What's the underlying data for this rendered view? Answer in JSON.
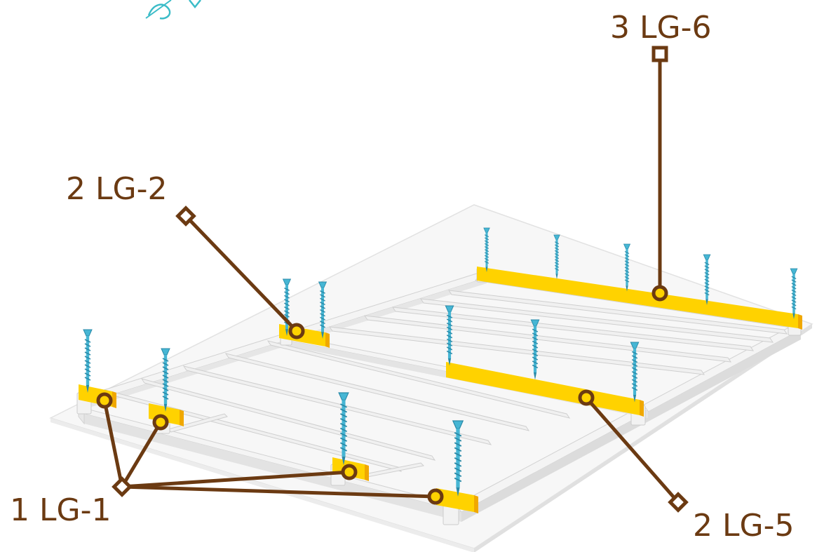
{
  "colors": {
    "callout": "#6b3a12",
    "rail": "#ffd200",
    "rail_shade": "#f0a800",
    "screw": "#46b6d4",
    "screw_dark": "#2a8aa8",
    "frame": "#f4f4f4",
    "frame_edge": "#d2d2d2",
    "plate": "#f7f7f7",
    "fragment": "#3bbcc8"
  },
  "callouts": [
    {
      "id": "lg1",
      "qty": "1",
      "part": "LG-1",
      "text": "1 LG-1"
    },
    {
      "id": "lg2",
      "qty": "2",
      "part": "LG-2",
      "text": "2 LG-2"
    },
    {
      "id": "lg5",
      "qty": "2",
      "part": "LG-5",
      "text": "2 LG-5"
    },
    {
      "id": "lg6",
      "qty": "3",
      "part": "LG-6",
      "text": "3 LG-6"
    }
  ],
  "icons": {
    "screw": "screw-icon",
    "marker_square": "square-marker-icon",
    "marker_diamond": "diamond-marker-icon",
    "marker_circle": "circle-marker-icon"
  }
}
